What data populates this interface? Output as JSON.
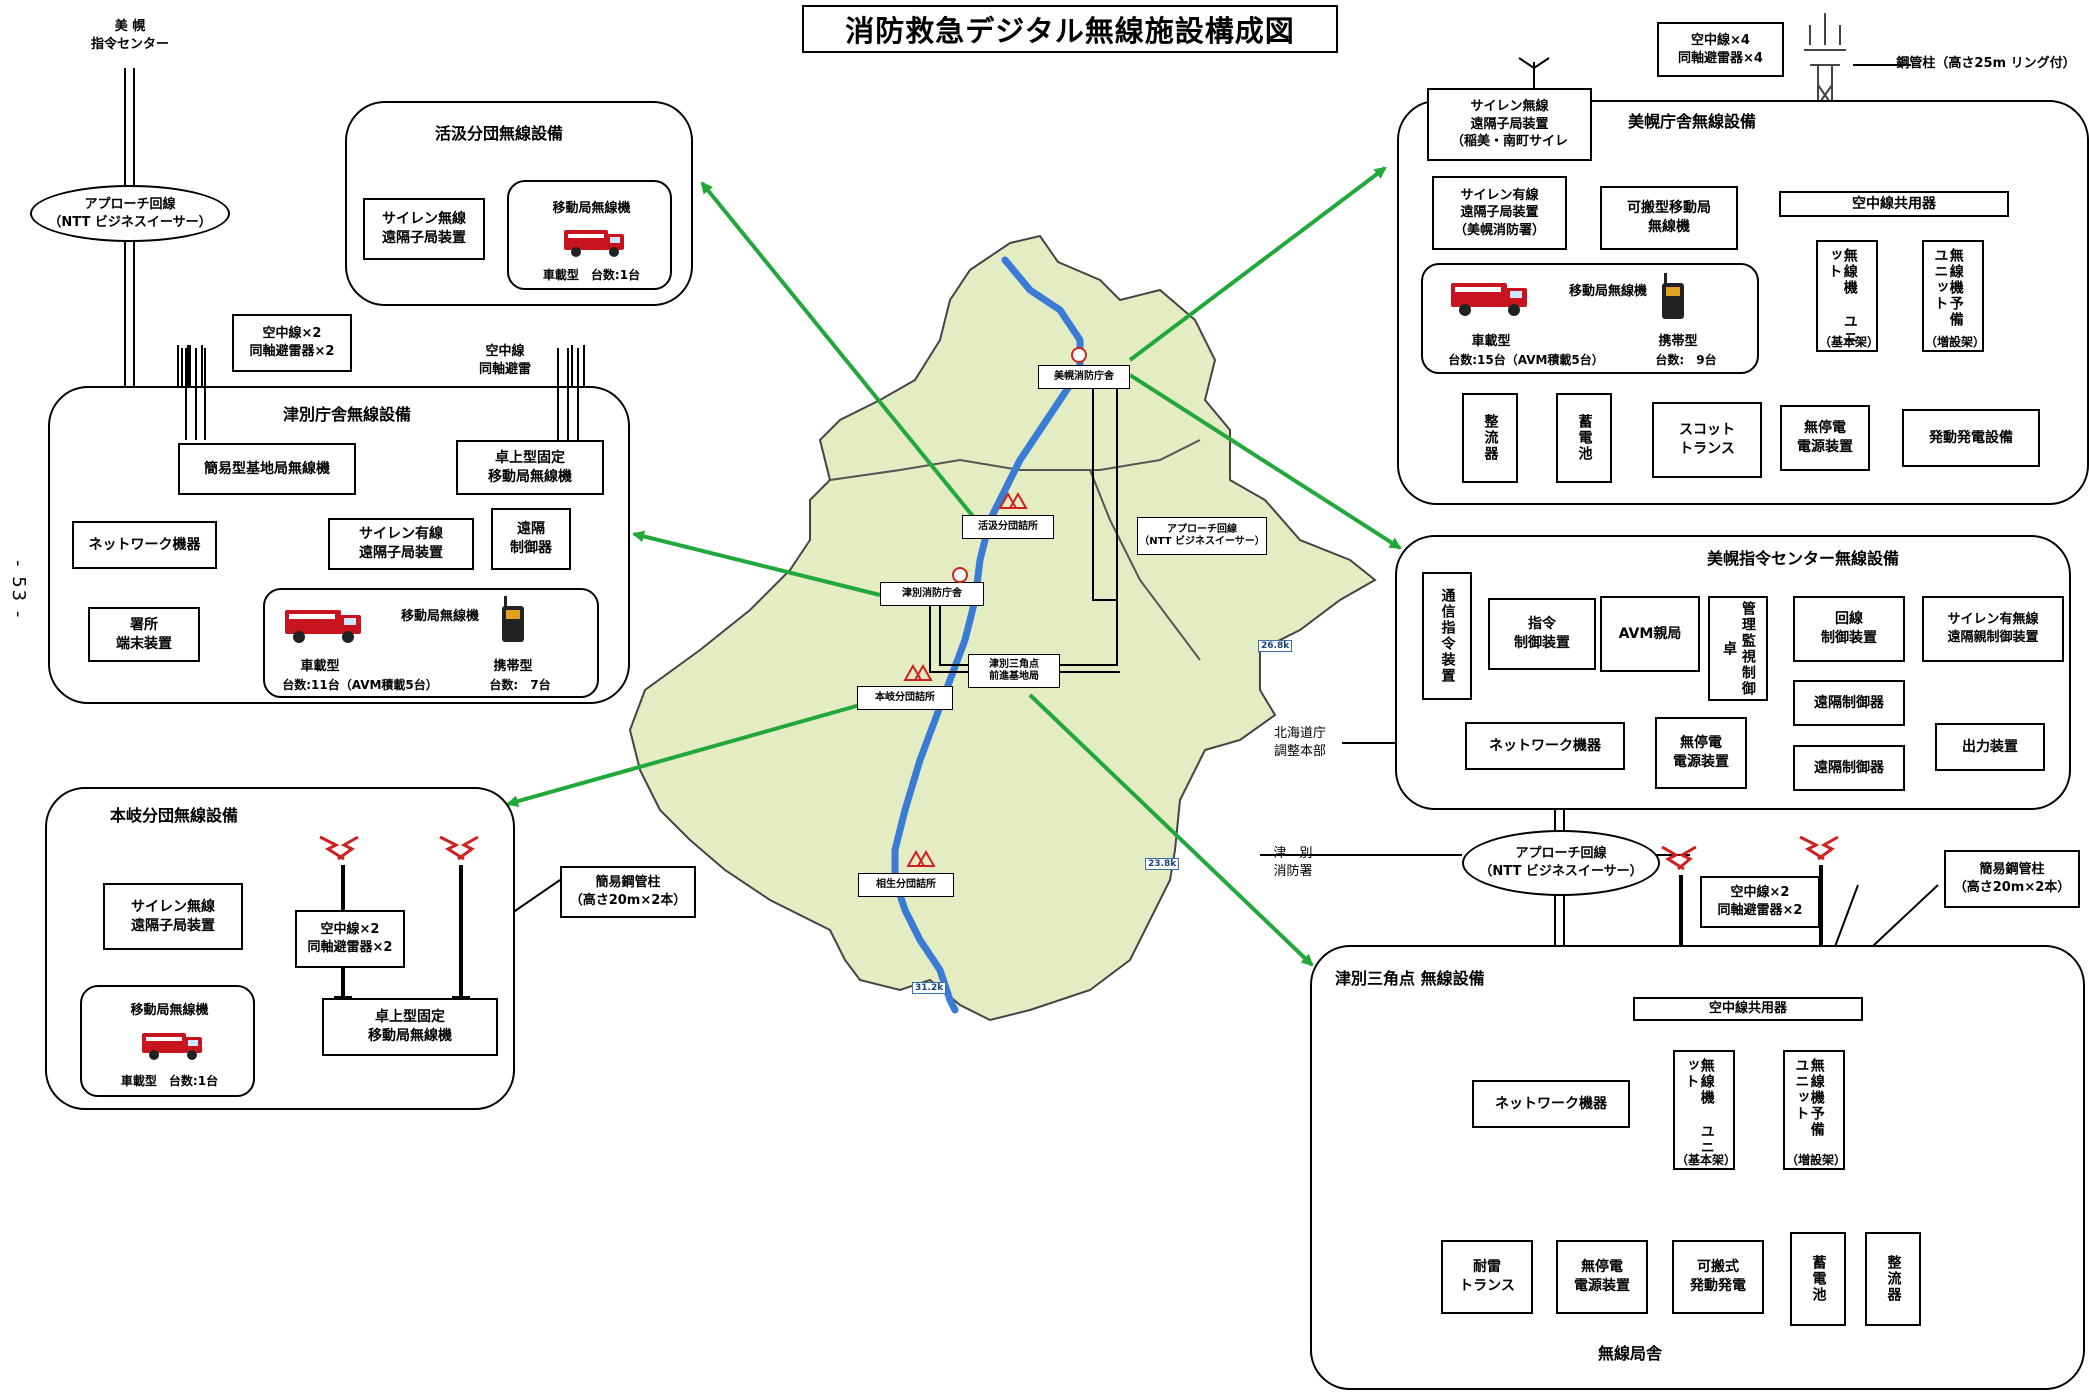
{
  "title": "消防救急デジタル無線施設構成図",
  "page_number": "- 53 -",
  "top_left": {
    "center_label": "美 幌\n指令センター",
    "approach_oval": "アプローチ回線\n（NTT ビジネスイーサー）"
  },
  "kappan": {
    "title": "活汲分団無線設備",
    "siren": "サイレン無線\n遠隔子局装置",
    "mobile_title": "移動局無線機",
    "mobile_detail": "車載型　台数:1台"
  },
  "tsubetsu": {
    "title": "津別庁舎無線設備",
    "antenna_note_left": "空中線×2\n同軸避雷器×2",
    "antenna_note_right": "空中線\n同軸避雷",
    "base_station": "簡易型基地局無線機",
    "desk_mobile": "卓上型固定\n移動局無線機",
    "network": "ネットワーク機器",
    "siren_wired": "サイレン有線\n遠隔子局装置",
    "remote": "遠隔\n制御器",
    "terminal": "署所\n端末装置",
    "mobile_title": "移動局無線機",
    "vehicle_label": "車載型",
    "vehicle_count": "台数:11台（AVM積載5台）",
    "portable_label": "携帯型",
    "portable_count": "台数:　7台"
  },
  "honki": {
    "title": "本岐分団無線設備",
    "siren": "サイレン無線\n遠隔子局装置",
    "antenna": "空中線×2\n同軸避雷器×2",
    "pole_note": "簡易鋼管柱\n（高さ20m×2本）",
    "mobile_title": "移動局無線機",
    "mobile_detail": "車載型　台数:1台",
    "desk_mobile": "卓上型固定\n移動局無線機"
  },
  "map": {
    "bihoro_fire": "美幌消防庁舎",
    "kappan_post": "活汲分団詰所",
    "tsubetsu_fire": "津別消防庁舎",
    "approach": "アプローチ回線\n（NTT ビジネスイーサー）",
    "sankaku": "津別三角点\n前進基地局",
    "honki_post": "本岐分団詰所",
    "aioi_post": "相生分団詰所",
    "dist1": "26.8k",
    "dist2": "23.8k",
    "dist3": "31.2k"
  },
  "bihoro_office": {
    "title": "美幌庁舎無線設備",
    "top_antenna": "空中線×4\n同軸避雷器×4",
    "pole_note": "鋼管柱（高さ25m リング付）",
    "siren_radio": "サイレン無線\n遠隔子局装置\n（稲美・南町サイレ",
    "siren_wired": "サイレン有線\n遠隔子局装置\n（美幌消防署）",
    "portable_mobile": "可搬型移動局\n無線機",
    "antenna_share": "空中線共用器",
    "unit_basic": "無線機\nユニット",
    "unit_basic_sub": "（基本架）",
    "unit_extra": "無線機予備\nユニット",
    "unit_extra_sub": "（増設架）",
    "mobile_title": "移動局無線機",
    "vehicle_label": "車載型",
    "vehicle_count": "台数:15台（AVM積載5台）",
    "portable_label": "携帯型",
    "portable_count": "台数:　9台",
    "rectifier": "整流器",
    "battery": "蓄電池",
    "scott": "スコット\nトランス",
    "ups": "無停電\n電源装置",
    "generator": "発動発電設備"
  },
  "command": {
    "title": "美幌指令センター無線設備",
    "comm_control": "通信指令装置",
    "command_ctrl": "指令\n制御装置",
    "avm": "AVM親局",
    "monitor": "管理監視制御卓",
    "line_ctrl": "回線\n制御装置",
    "siren_ctrl": "サイレン有無線\n遠隔親制御装置",
    "remote1": "遠隔制御器",
    "remote2": "遠隔制御器",
    "output": "出力装置",
    "network": "ネットワーク機器",
    "ups": "無停電\n電源装置",
    "hokkaido": "北海道庁\n調整本部",
    "tsubetsu_station": "津　別\n消防署",
    "approach_oval": "アプローチ回線\n（NTT ビジネスイーサー）"
  },
  "sankaku": {
    "title": "津別三角点 無線設備",
    "antenna": "空中線×2\n同軸避雷器×2",
    "pole_note": "簡易鋼管柱\n（高さ20m×2本）",
    "antenna_share": "空中線共用器",
    "network": "ネットワーク機器",
    "unit_basic": "無線機\nユニット",
    "unit_basic_sub": "（基本架）",
    "unit_extra": "無線機予備\nユニット",
    "unit_extra_sub": "（増設架）",
    "lightning_trans": "耐雷\nトランス",
    "ups": "無停電\n電源装置",
    "portable_gen": "可搬式\n発動発電",
    "battery": "蓄電池",
    "rectifier": "整流器",
    "shelter": "無線局舎"
  },
  "colors": {
    "arrow": "#22a83a",
    "river": "#3a7bd5",
    "map_fill": "#e4ecc4",
    "truck": "#c8141e"
  }
}
